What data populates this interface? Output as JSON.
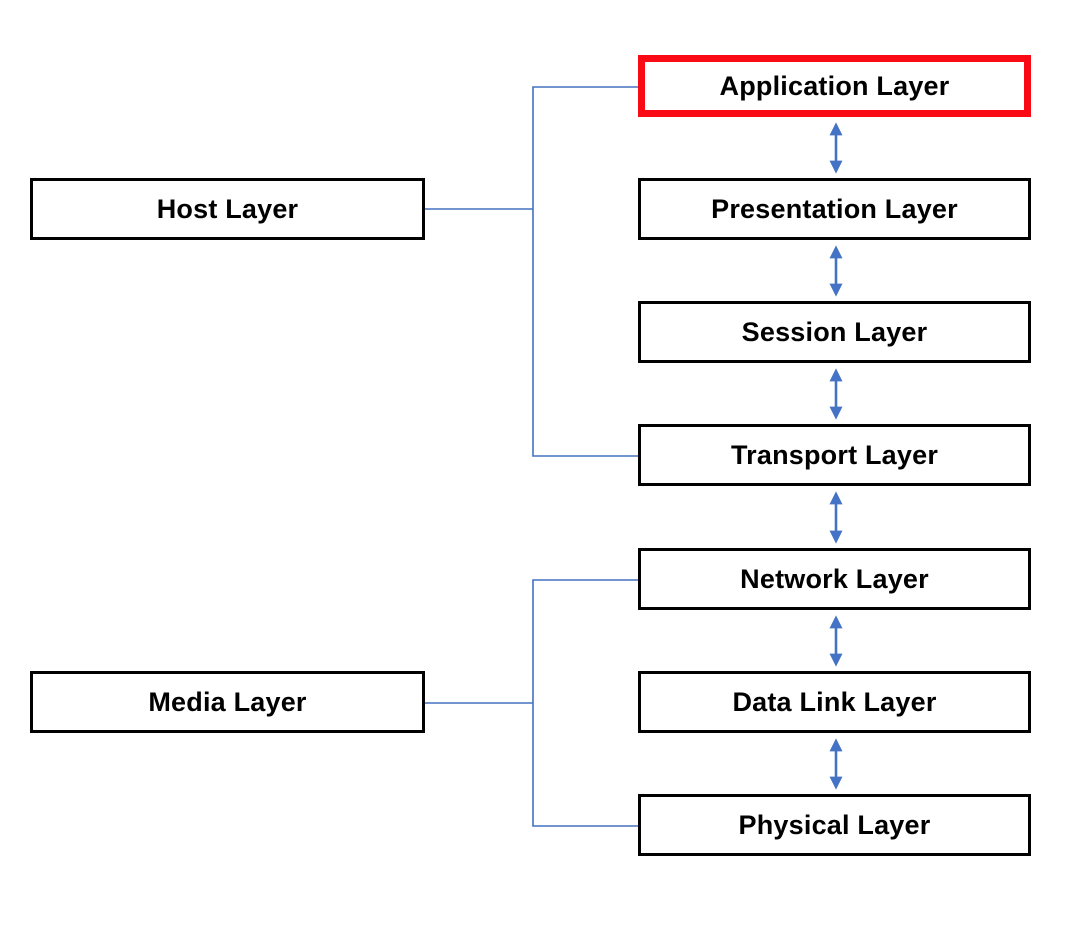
{
  "colors": {
    "connector_blue": "#4472C4",
    "highlight_red": "#FA0A14",
    "box_border": "#000000",
    "text": "#000000",
    "background": "#FFFFFF"
  },
  "groups": [
    {
      "label": "Host Layer",
      "connects_to": [
        "Application Layer",
        "Presentation Layer",
        "Session Layer",
        "Transport Layer"
      ]
    },
    {
      "label": "Media Layer",
      "connects_to": [
        "Network Layer",
        "Data Link Layer",
        "Physical Layer"
      ]
    }
  ],
  "layers": [
    {
      "label": "Application Layer",
      "highlighted": true
    },
    {
      "label": "Presentation Layer",
      "highlighted": false
    },
    {
      "label": "Session Layer",
      "highlighted": false
    },
    {
      "label": "Transport Layer",
      "highlighted": false
    },
    {
      "label": "Network Layer",
      "highlighted": false
    },
    {
      "label": "Data Link Layer",
      "highlighted": false
    },
    {
      "label": "Physical Layer",
      "highlighted": false
    }
  ],
  "arrows": [
    {
      "between": [
        "Application Layer",
        "Presentation Layer"
      ],
      "style": "double-headed"
    },
    {
      "between": [
        "Presentation Layer",
        "Session Layer"
      ],
      "style": "double-headed"
    },
    {
      "between": [
        "Session Layer",
        "Transport Layer"
      ],
      "style": "double-headed"
    },
    {
      "between": [
        "Transport Layer",
        "Network Layer"
      ],
      "style": "double-headed"
    },
    {
      "between": [
        "Network Layer",
        "Data Link Layer"
      ],
      "style": "double-headed"
    },
    {
      "between": [
        "Data Link Layer",
        "Physical Layer"
      ],
      "style": "double-headed"
    }
  ]
}
